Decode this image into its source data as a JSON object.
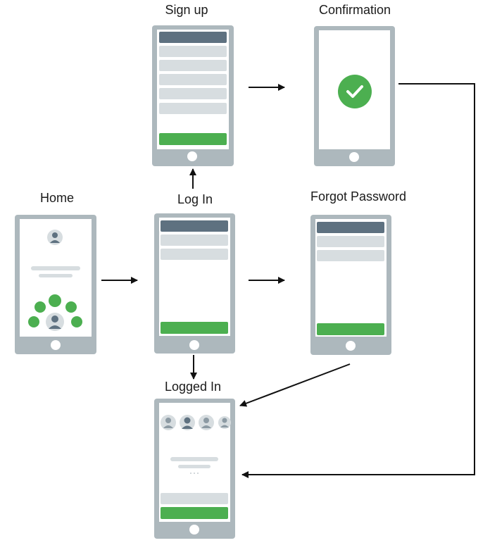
{
  "screens": {
    "signup": {
      "label": "Sign up"
    },
    "confirm": {
      "label": "Confirmation"
    },
    "home": {
      "label": "Home"
    },
    "login": {
      "label": "Log In"
    },
    "forgot": {
      "label": "Forgot Password"
    },
    "loggedin": {
      "label": "Logged In"
    }
  },
  "colors": {
    "frame": "#adb8bd",
    "field": "#d7dde0",
    "field_dark": "#5e7180",
    "button": "#4caf50",
    "home_button": "#ffffff",
    "arrow": "#111111"
  },
  "icons": [
    "checkmark-icon",
    "avatar-icon"
  ]
}
